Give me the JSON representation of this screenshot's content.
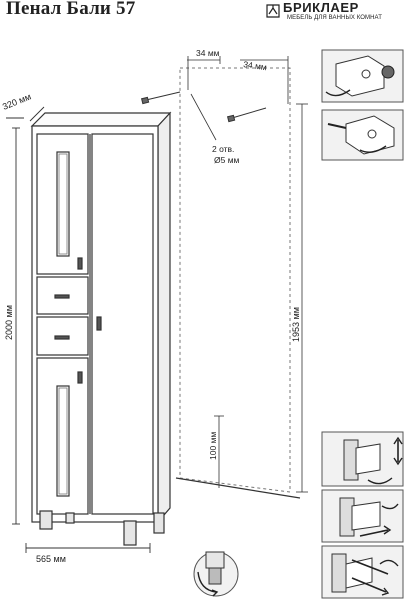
{
  "header": {
    "title": "Пенал Бали 57",
    "brand": "БРИКЛАЕР",
    "brand_sub": "МЕБЕЛЬ ДЛЯ ВАННЫХ КОМНАТ"
  },
  "dimensions": {
    "depth": "320 мм",
    "height": "2000 мм",
    "width": "565 мм",
    "hole_offset_left": "34 мм",
    "hole_offset_right": "34 мм",
    "holes_line1": "2 отв.",
    "holes_line2": "Ø5 мм",
    "mount_height": "1953 мм",
    "floor_gap": "100 мм"
  },
  "colors": {
    "line": "#333333",
    "light_line": "#999999",
    "panel_bg": "#f2f2f2",
    "dark": "#555555"
  }
}
